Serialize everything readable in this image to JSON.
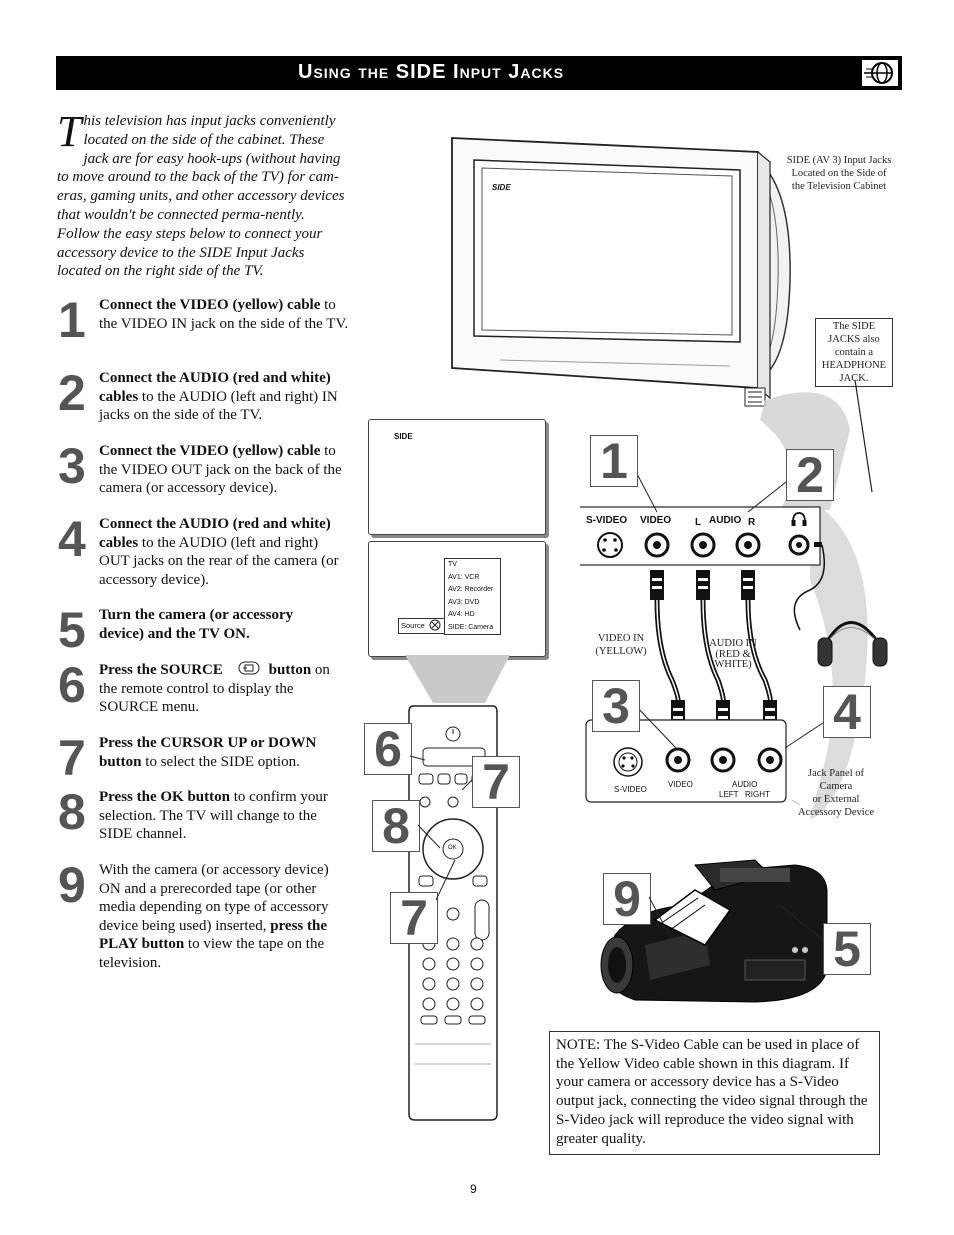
{
  "header": {
    "title": "Using the SIDE Input Jacks"
  },
  "intro": {
    "dropcap": "T",
    "text": "his television has input jacks conveniently located on the side of the cabinet. These jack are for easy hook-ups (without having to move around to the back of the TV) for cam-eras, gaming units, and other accessory devices that wouldn't be connected perma-nently.  Follow the easy steps below to connect your accessory device to the SIDE Input Jacks located on the right side of the TV."
  },
  "steps": [
    {
      "num": "1",
      "bold": "Connect the VIDEO (yellow) cable",
      "rest": " to the VIDEO IN jack on the side of the TV."
    },
    {
      "num": "2",
      "bold": "Connect the AUDIO (red and white) cables",
      "rest": " to the AUDIO (left and right) IN jacks on the side of the TV."
    },
    {
      "num": "3",
      "bold": "Connect the VIDEO (yellow) cable",
      "rest": " to the VIDEO OUT jack on the back of the camera (or accessory device)."
    },
    {
      "num": "4",
      "bold": "Connect the AUDIO (red and white) cables",
      "rest": " to the AUDIO (left and right) OUT jacks on the rear of the camera (or accessory device)."
    },
    {
      "num": "5",
      "bold": "Turn the camera (or accessory device) and the TV ON.",
      "rest": ""
    },
    {
      "num": "6",
      "bold": "Press the SOURCE",
      "bold2": "button",
      "rest": " on the remote control to display the SOURCE menu."
    },
    {
      "num": "7",
      "bold": "Press the CURSOR UP  or DOWN button",
      "rest": " to select the SIDE option."
    },
    {
      "num": "8",
      "bold": "Press the OK button",
      "rest": " to confirm your selection. The TV will change to the SIDE channel."
    },
    {
      "num": "9",
      "pre": "With the camera (or accessory device) ON and a prerecorded tape (or other media depending on type of accessory device being used) inserted, ",
      "bold": "press the PLAY button",
      "rest": " to view the tape on the television."
    }
  ],
  "labels": {
    "side_jacks": [
      "SIDE (AV 3) Input Jacks",
      "Located on the Side of",
      "the Television Cabinet"
    ],
    "headphone": [
      "The SIDE",
      "JACKS also",
      "contain a",
      "HEADPHONE",
      "JACK."
    ],
    "video_in": [
      "VIDEO IN",
      "(YELLOW)"
    ],
    "audio_in": [
      "AUDIO IN",
      "(RED &",
      "WHITE)"
    ],
    "jack_panel": [
      "Jack Panel of",
      "Camera",
      "or External",
      "Accessory Device"
    ],
    "tv_screen_side": "SIDE",
    "screen1_side": "SIDE",
    "tv_panel": {
      "svideo": "S-VIDEO",
      "video": "VIDEO",
      "l": "L",
      "audio": "AUDIO",
      "r": "R"
    },
    "cam_panel": {
      "svideo": "S-VIDEO",
      "video": "VIDEO",
      "audio": "AUDIO",
      "left": "LEFT",
      "right": "RIGHT"
    },
    "source_menu": [
      "TV",
      "AV1:  VCR",
      "AV2:  Recorder",
      "AV3:  DVD",
      "AV4:  HD",
      "SIDE:  Camera"
    ],
    "source_label": "Source",
    "remote_ok": "OK",
    "callouts": {
      "c1": "1",
      "c2": "2",
      "c3": "3",
      "c4": "4",
      "c5": "5",
      "c6": "6",
      "c7a": "7",
      "c7b": "7",
      "c8": "8",
      "c9": "9"
    }
  },
  "note": "NOTE: The S-Video Cable can be used in place of the Yellow Video cable shown in this diagram. If your camera or accessory device has a S-Video output jack, connecting the video signal through the S-Video jack will reproduce the video signal with greater quality.",
  "page_number": "9"
}
